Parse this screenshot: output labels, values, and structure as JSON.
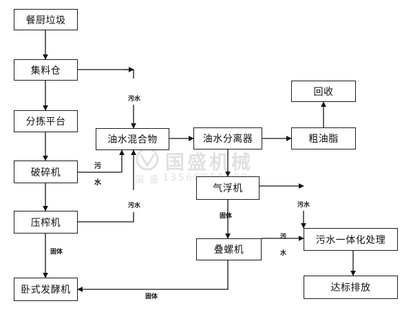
{
  "nodes": {
    "kitchen_waste": "餐厨垃圾",
    "collection_bin": "集料仓",
    "sorting_platform": "分拣平台",
    "crusher": "破碎机",
    "press": "压榨机",
    "fermenter": "卧式发酵机",
    "oil_water_mixture": "油水混合物",
    "oil_water_separator": "油水分离器",
    "crude_grease": "粗油脂",
    "recycle": "回收",
    "air_flotation": "气浮机",
    "screw_press": "叠螺机",
    "wastewater_treatment": "污水一体化处理",
    "discharge": "达标排放"
  },
  "labels": {
    "wastewater_1": "污水",
    "wastewater_2_a": "污",
    "wastewater_2_b": "水",
    "wastewater_3": "污水",
    "solid_1": "固体",
    "solid_2": "固体",
    "wastewater_4": "污水",
    "solid_3": "固体",
    "wastewater_5_a": "污",
    "wastewater_5_b": "水"
  },
  "watermark": {
    "name": "国盛机械",
    "sub": "国 盛",
    "phone": "13569819530"
  }
}
